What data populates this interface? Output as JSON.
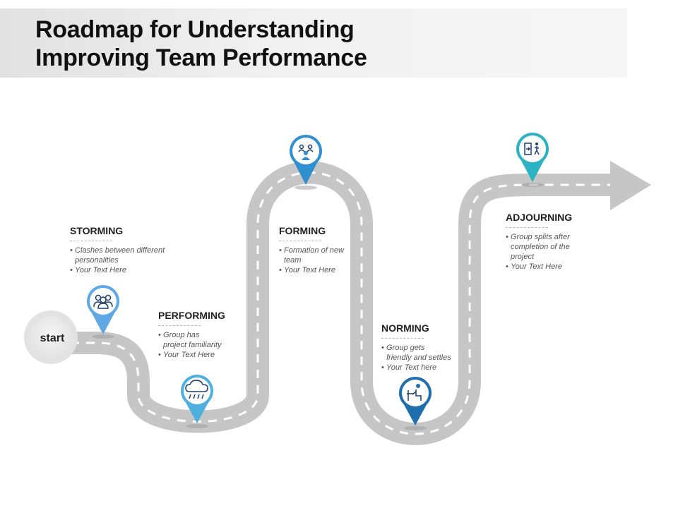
{
  "title": {
    "line1": "Roadmap for Understanding",
    "line2": "Improving Team Performance"
  },
  "start_label": "start",
  "stages": [
    {
      "id": "storming",
      "title": "STORMING",
      "bullets": [
        "Clashes between different personalities",
        "Your Text Here"
      ],
      "icon": "team-group-icon",
      "pin_color": "#5fa8e6"
    },
    {
      "id": "performing",
      "title": "PERFORMING",
      "bullets": [
        "Group has project familiarity",
        "Your Text Here"
      ],
      "icon": "cloud-rain-icon",
      "pin_color": "#4fb0e0"
    },
    {
      "id": "forming",
      "title": "FORMING",
      "bullets": [
        "Formation of new team",
        "Your Text Here"
      ],
      "icon": "people-network-icon",
      "pin_color": "#2f8fd1"
    },
    {
      "id": "norming",
      "title": "NORMING",
      "bullets": [
        "Group gets friendly and settles",
        "Your Text here"
      ],
      "icon": "person-at-desk-icon",
      "pin_color": "#1f6fae"
    },
    {
      "id": "adjourning",
      "title": "ADJOURNING",
      "bullets": [
        "Group splits after completion of the project",
        "Your Text Here"
      ],
      "icon": "exit-door-icon",
      "pin_color": "#2bb3c4"
    }
  ],
  "colors": {
    "road": "#c6c6c6",
    "road_dash": "#ffffff",
    "start_circle": "#d9d9d9"
  }
}
